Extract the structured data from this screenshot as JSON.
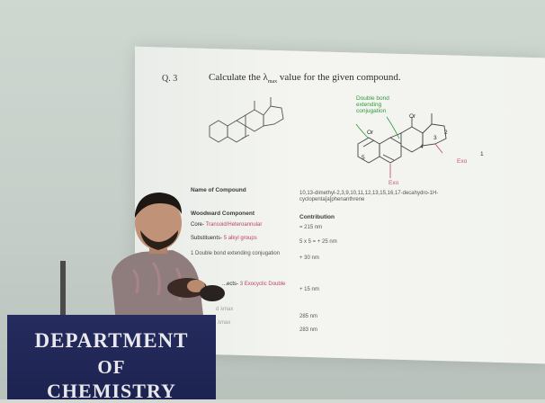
{
  "slide": {
    "question_number": "Q. 3",
    "question_text": "Calculate the",
    "lambda_symbol": "λ",
    "lambda_subscript": "max",
    "question_suffix": "value for the given compound.",
    "annotations": {
      "double_bond": "Double bond extending conjugation",
      "or_1": "Or",
      "or_2": "Or",
      "exo_1": "Exo",
      "exo_2": "Exo",
      "ring_labels": [
        "4",
        "3",
        "2",
        "1",
        "5"
      ]
    },
    "table": {
      "name_label": "Name of Compound",
      "name_value": "10,13-dimethyl-2,3,9,10,11,12,13,15,16,17-decahydro-1H-cyclopenta[a]phenanthrene",
      "col_left": "Woodward Component",
      "col_right": "Contribution",
      "rows": [
        {
          "label_prefix": "Core-",
          "label_rest": "Transoid/Heteroannular",
          "value": "= 215 nm"
        },
        {
          "label_prefix": "Substituents-",
          "label_rest": "5 alkyl groups",
          "value": "5 x 5 = + 25 nm"
        },
        {
          "label_prefix": "",
          "label_rest": "1 Double bond extending conjugation",
          "value": "+ 30 nm"
        },
        {
          "label_prefix": "...ects-",
          "label_rest": "3 Exocyclic Double",
          "value": "+ 15 nm"
        },
        {
          "label_prefix": "",
          "label_rest": "d λmax",
          "value": "285 nm"
        },
        {
          "label_prefix": "",
          "label_rest": "λmax",
          "value": "283 nm"
        }
      ]
    }
  },
  "podium": {
    "line1": "DEPARTMENT",
    "line2": "OF",
    "line3": "CHEMISTRY"
  },
  "colors": {
    "podium": "#1f2656",
    "green_text": "#2f9b3a",
    "pink_text": "#c0436a"
  }
}
